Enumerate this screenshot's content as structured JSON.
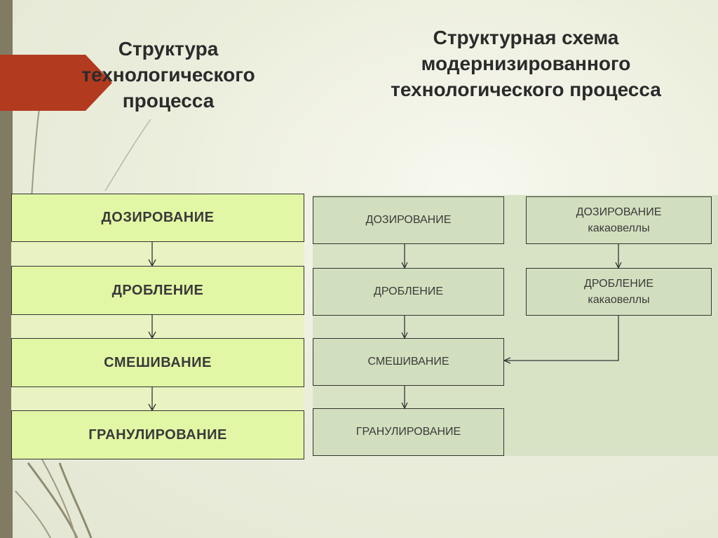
{
  "left_title": "Структура технологического процесса",
  "right_title": "Структурная схема модернизированного технологического процесса",
  "left_steps": [
    "ДОЗИРОВАНИЕ",
    "ДРОБЛЕНИЕ",
    "СМЕШИВАНИЕ",
    "ГРАНУЛИРОВАНИЕ"
  ],
  "right_main_steps": [
    "ДОЗИРОВАНИЕ",
    "ДРОБЛЕНИЕ",
    "СМЕШИВАНИЕ",
    "ГРАНУЛИРОВАНИЕ"
  ],
  "right_branch_steps": [
    {
      "name": "ДОЗИРОВАНИЕ",
      "sub": "какаовеллы"
    },
    {
      "name": "ДРОБЛЕНИЕ",
      "sub": "какаовеллы"
    }
  ],
  "colors": {
    "accent_flag": "#b23a1f",
    "left_bar": "#827b63",
    "left_box_fill": "#e2f7a5",
    "right_box_fill": "#d2dfbe"
  }
}
